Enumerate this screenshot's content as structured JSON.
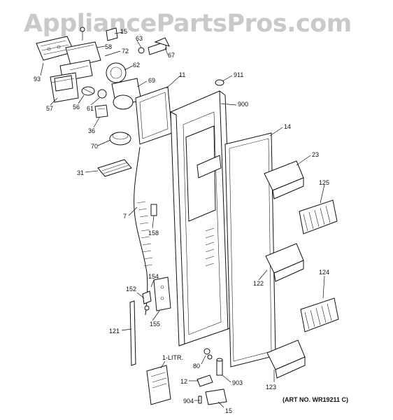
{
  "watermark": "AppliancePartsPros.com",
  "art_number": "(ART NO. WR19211 C)",
  "manual_label": "1-LITR.",
  "parts": [
    {
      "id": "p15a",
      "label": "15"
    },
    {
      "id": "p58",
      "label": "58"
    },
    {
      "id": "p72",
      "label": "72"
    },
    {
      "id": "p63",
      "label": "63"
    },
    {
      "id": "p67",
      "label": "67"
    },
    {
      "id": "p62",
      "label": "62"
    },
    {
      "id": "p93",
      "label": "93"
    },
    {
      "id": "p57",
      "label": "57"
    },
    {
      "id": "p56",
      "label": "56"
    },
    {
      "id": "p61",
      "label": "61"
    },
    {
      "id": "p69",
      "label": "69"
    },
    {
      "id": "p11",
      "label": "11"
    },
    {
      "id": "p911",
      "label": "911"
    },
    {
      "id": "p900",
      "label": "900"
    },
    {
      "id": "p36",
      "label": "36"
    },
    {
      "id": "p70",
      "label": "70"
    },
    {
      "id": "p14",
      "label": "14"
    },
    {
      "id": "p23",
      "label": "23"
    },
    {
      "id": "p31",
      "label": "31"
    },
    {
      "id": "p125",
      "label": "125"
    },
    {
      "id": "p7",
      "label": "7"
    },
    {
      "id": "p158",
      "label": "158"
    },
    {
      "id": "p122",
      "label": "122"
    },
    {
      "id": "p124",
      "label": "124"
    },
    {
      "id": "p154",
      "label": "154"
    },
    {
      "id": "p152",
      "label": "152"
    },
    {
      "id": "p155",
      "label": "155"
    },
    {
      "id": "p121",
      "label": "121"
    },
    {
      "id": "p80",
      "label": "80"
    },
    {
      "id": "p12",
      "label": "12"
    },
    {
      "id": "p903",
      "label": "903"
    },
    {
      "id": "p123",
      "label": "123"
    },
    {
      "id": "p904",
      "label": "904"
    },
    {
      "id": "p15b",
      "label": "15"
    }
  ]
}
